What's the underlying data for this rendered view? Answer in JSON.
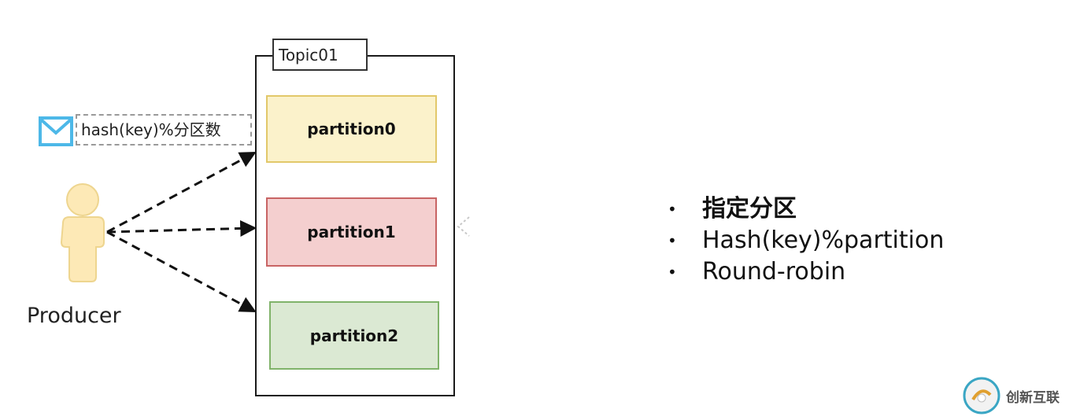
{
  "diagram": {
    "topic": {
      "label": "Topic01"
    },
    "partitions": [
      {
        "label": "partition0",
        "fill": "#fbf2cb",
        "stroke": "#e2c86a"
      },
      {
        "label": "partition1",
        "fill": "#f4cfcf",
        "stroke": "#c86464"
      },
      {
        "label": "partition2",
        "fill": "#dbe9d3",
        "stroke": "#80b36a"
      }
    ],
    "message": {
      "icon": "envelope-icon",
      "label": "hash(key)%分区数",
      "color": "#4db8e8"
    },
    "producer": {
      "icon": "person-icon",
      "label": "Producer",
      "color": "#fde9b6"
    }
  },
  "strategies": [
    "指定分区",
    "Hash(key)%partition",
    "Round-robin"
  ],
  "bullet_glyph": "•",
  "watermark": {
    "text": "创新互联",
    "icon": "logo-icon"
  }
}
